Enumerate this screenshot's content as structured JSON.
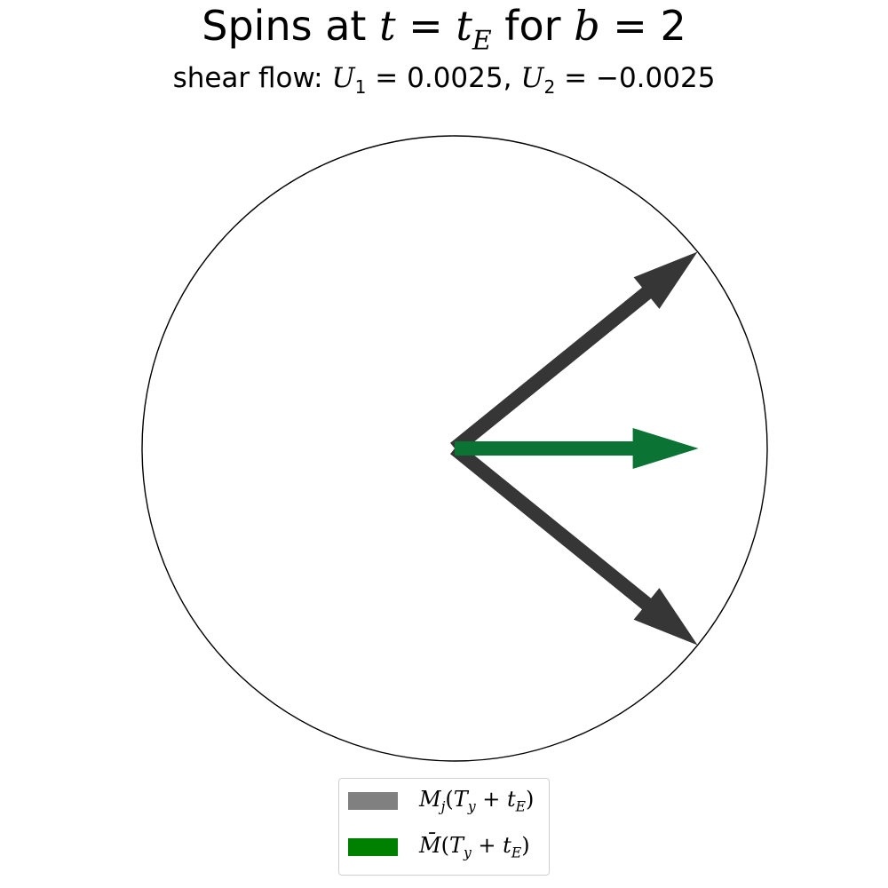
{
  "title": {
    "prefix": "Spins at ",
    "t": "t",
    "eq1": " = ",
    "t_base": "t",
    "t_sub": "E",
    "mid": " for ",
    "b": "b",
    "eq2": " = ",
    "b_value": "2"
  },
  "subtitle": {
    "prefix": "shear flow: ",
    "u1_base": "U",
    "u1_sub": "1",
    "u1_rhs": " = 0.0025, ",
    "u2_base": "U",
    "u2_sub": "2",
    "u2_rhs": " = −0.0025"
  },
  "colors": {
    "spin": "#363636",
    "mean": "#0b7434",
    "legend_spin": "#808080",
    "legend_mean": "#008000",
    "circle": "#000000"
  },
  "spins": [
    {
      "name": "spin-1",
      "angle_deg": 39
    },
    {
      "name": "spin-2",
      "angle_deg": -39
    }
  ],
  "mean_spin": {
    "angle_deg": 0,
    "length_fraction": 0.78
  },
  "legend": {
    "spin_label_parts": {
      "M": "M",
      "j": "j",
      "lp": "(",
      "T": "T",
      "y": "y",
      "plus": " + ",
      "t": "t",
      "E": "E",
      "rp": ")"
    },
    "mean_label_parts": {
      "M": "M̄",
      "lp": "(",
      "T": "T",
      "y": "y",
      "plus": " + ",
      "t": "t",
      "E": "E",
      "rp": ")"
    }
  }
}
